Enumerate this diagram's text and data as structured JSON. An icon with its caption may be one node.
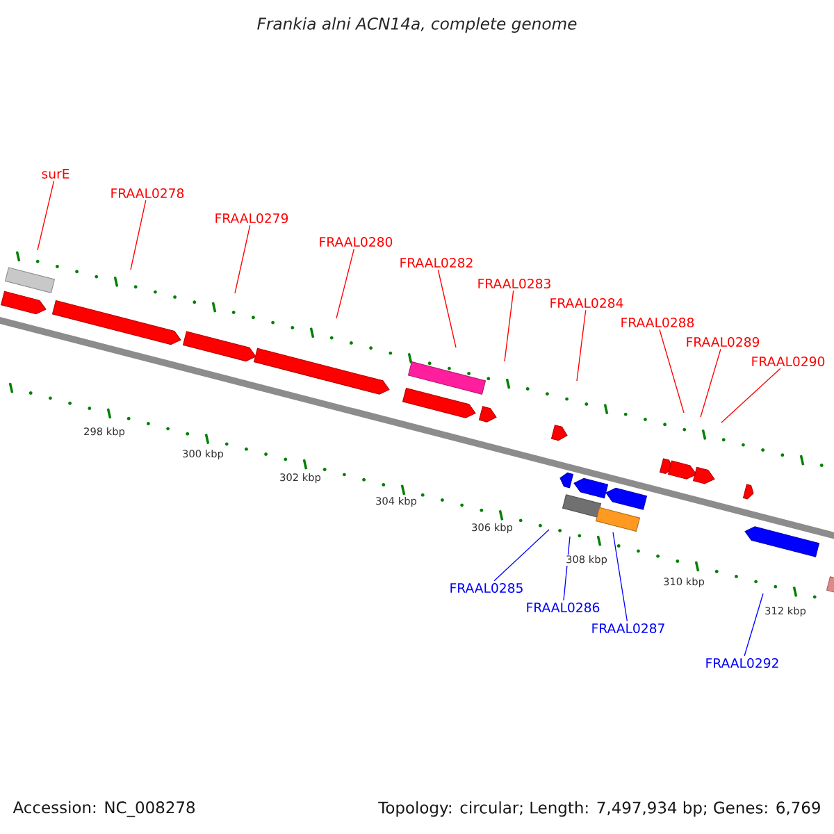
{
  "diagram": {
    "title": "Frankia alni ACN14a, complete genome",
    "nodes": [
      {
        "text": [
          "surE"
        ]
      },
      {
        "text": [
          "FRAAL0278"
        ]
      },
      {
        "text": [
          "FRAAL0279"
        ]
      },
      {
        "text": [
          "FRAAL0280"
        ]
      },
      {
        "text": [
          "FRAAL0282"
        ]
      },
      {
        "text": [
          "FRAAL0283"
        ]
      },
      {
        "text": [
          "FRAAL0284"
        ]
      },
      {
        "text": [
          "FRAAL0288"
        ]
      },
      {
        "text": [
          "FRAAL0289"
        ]
      },
      {
        "text": [
          "FRAAL0290"
        ]
      },
      {
        "text": [
          "FRAAL0285"
        ]
      },
      {
        "text": [
          "FRAAL0286"
        ]
      },
      {
        "text": [
          "FRAAL0287"
        ]
      },
      {
        "text": [
          "FRAAL0292"
        ]
      }
    ],
    "edges": [
      {
        "from": 0,
        "to": null,
        "arrow": "none"
      },
      {
        "from": 1,
        "to": null,
        "arrow": "none"
      },
      {
        "from": 2,
        "to": null,
        "arrow": "none"
      },
      {
        "from": 3,
        "to": null,
        "arrow": "none"
      },
      {
        "from": 4,
        "to": null,
        "arrow": "none"
      },
      {
        "from": 5,
        "to": null,
        "arrow": "none"
      },
      {
        "from": 6,
        "to": null,
        "arrow": "none"
      },
      {
        "from": 7,
        "to": null,
        "arrow": "none"
      },
      {
        "from": 8,
        "to": null,
        "arrow": "none"
      },
      {
        "from": 9,
        "to": null,
        "arrow": "none"
      },
      {
        "from": 10,
        "to": null,
        "arrow": "none",
        "color": "#0000ff"
      },
      {
        "from": 11,
        "to": null,
        "arrow": "none",
        "color": "#0000ff"
      },
      {
        "from": 12,
        "to": null,
        "arrow": "none",
        "color": "#0000ff"
      },
      {
        "from": 13,
        "to": null,
        "arrow": "none",
        "color": "#0000ff"
      }
    ],
    "labels": [
      "298 kbp",
      "300 kbp",
      "302 kbp",
      "304 kbp",
      "306 kbp",
      "308 kbp",
      "310 kbp",
      "312 kbp",
      "Accession: NC_008278",
      "Topology: circular; Length: 7,497,934 bp; Genes: 6,769"
    ]
  }
}
